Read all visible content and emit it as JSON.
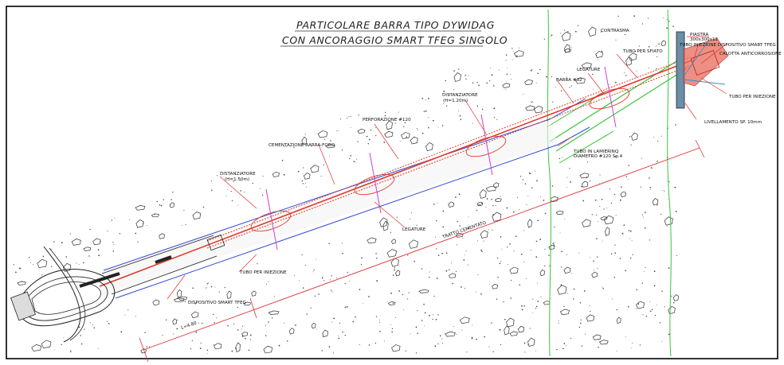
{
  "title": {
    "line1": "PARTICOLARE BARRA TIPO DYWIDAG",
    "line2": "CON ANCORAGGIO SMART TFEG SINGOLO"
  },
  "labels": {
    "piastra": "PIASTRA",
    "piastra_dim": "300x300x12",
    "tubo_iniezione_dispositivo": "TUBO INIEZIONE DISPOSITIVO SMART TFEG",
    "calotta": "CALOTTA ANTICORROSIONE",
    "tubo_sfiato": "TUBO PER SFIATO",
    "legature_top": "LEGATURE",
    "barra": "BARRA #32",
    "contrasma": "CONTRASMA",
    "tubo_iniezione_right": "TUBO PER INIEZIONE",
    "livellamento": "LIVELLAMENTO SP. 10mm",
    "tubo_lamierino": "TUBO IN LAMIERINO",
    "diametro": "DIAMETRO #120 Sp.4",
    "distanziatore_upper": "DISTANZIATORE",
    "distanziatore_upper_dim": "(H=1.20m)",
    "perforazione": "PERFORAZIONE #120",
    "cementazione": "CEMENTAZIONE BARRA-FORO",
    "distanziatore_left": "DISTANZIATORE",
    "distanziatore_left_dim": "(H=1.50m)",
    "legature_bottom": "LEGATURE",
    "tratto_cementato": "TRATTO CEMENTATO",
    "tubo_iniezione_bottom": "TUBO PER INIEZIONE",
    "dispositivo_smart": "DISPOSITIVO SMART TFEG",
    "length": "L=4.80"
  },
  "colors": {
    "border": "#000000",
    "bar": "#e03a2a",
    "sheath": "#2f4bd8",
    "outer_sheath": "#3cc43c",
    "spacer": "#d040d0",
    "dimension": "#e03030",
    "ground": "#333333"
  }
}
